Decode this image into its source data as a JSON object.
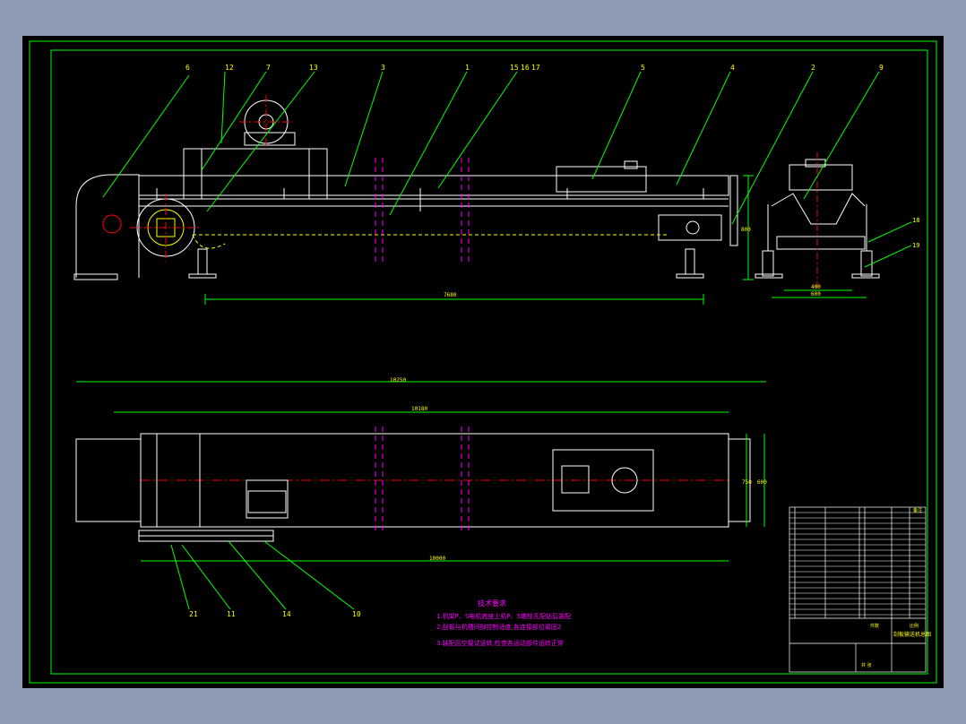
{
  "colors": {
    "background": "#8f9bb3",
    "paper": "#000000",
    "border": "#00ff00",
    "geometry": "#ffffff",
    "leaders": "#00ff00",
    "centerlines": "#ff0000",
    "hidden": "#ffff00",
    "cutlines": "#ff00ff",
    "text": "#ffff00"
  },
  "callouts_top": [
    "6",
    "12",
    "7",
    "13",
    "3",
    "1",
    "15",
    "16",
    "17",
    "5",
    "4",
    "2",
    "9"
  ],
  "callouts_bottom": [
    "21",
    "11",
    "14",
    "10"
  ],
  "callouts_side": [
    "18",
    "19"
  ],
  "dims": {
    "front_length": "7680",
    "front_height": "800",
    "side_inner": "400",
    "side_outer": "600",
    "plan_overall": "10250",
    "plan_mid": "10180",
    "plan_bottom": "10000",
    "plan_w1": "750",
    "plan_w2": "600"
  },
  "notes": {
    "title": "技术要求",
    "lines": [
      "1.机架P、S电机底座上机P、S螺栓孔配钻后装配",
      "2.刮板与机槽间隙控制适度,各连接部位紧固2",
      "3.装配后空载试运转,检查各运动部件运转正常"
    ]
  },
  "title_block": {
    "header": "备注",
    "drawing_title": "刮板输送机总图",
    "qty_label": "件数",
    "scale_label": "比例",
    "sheet_label": "共 张"
  }
}
